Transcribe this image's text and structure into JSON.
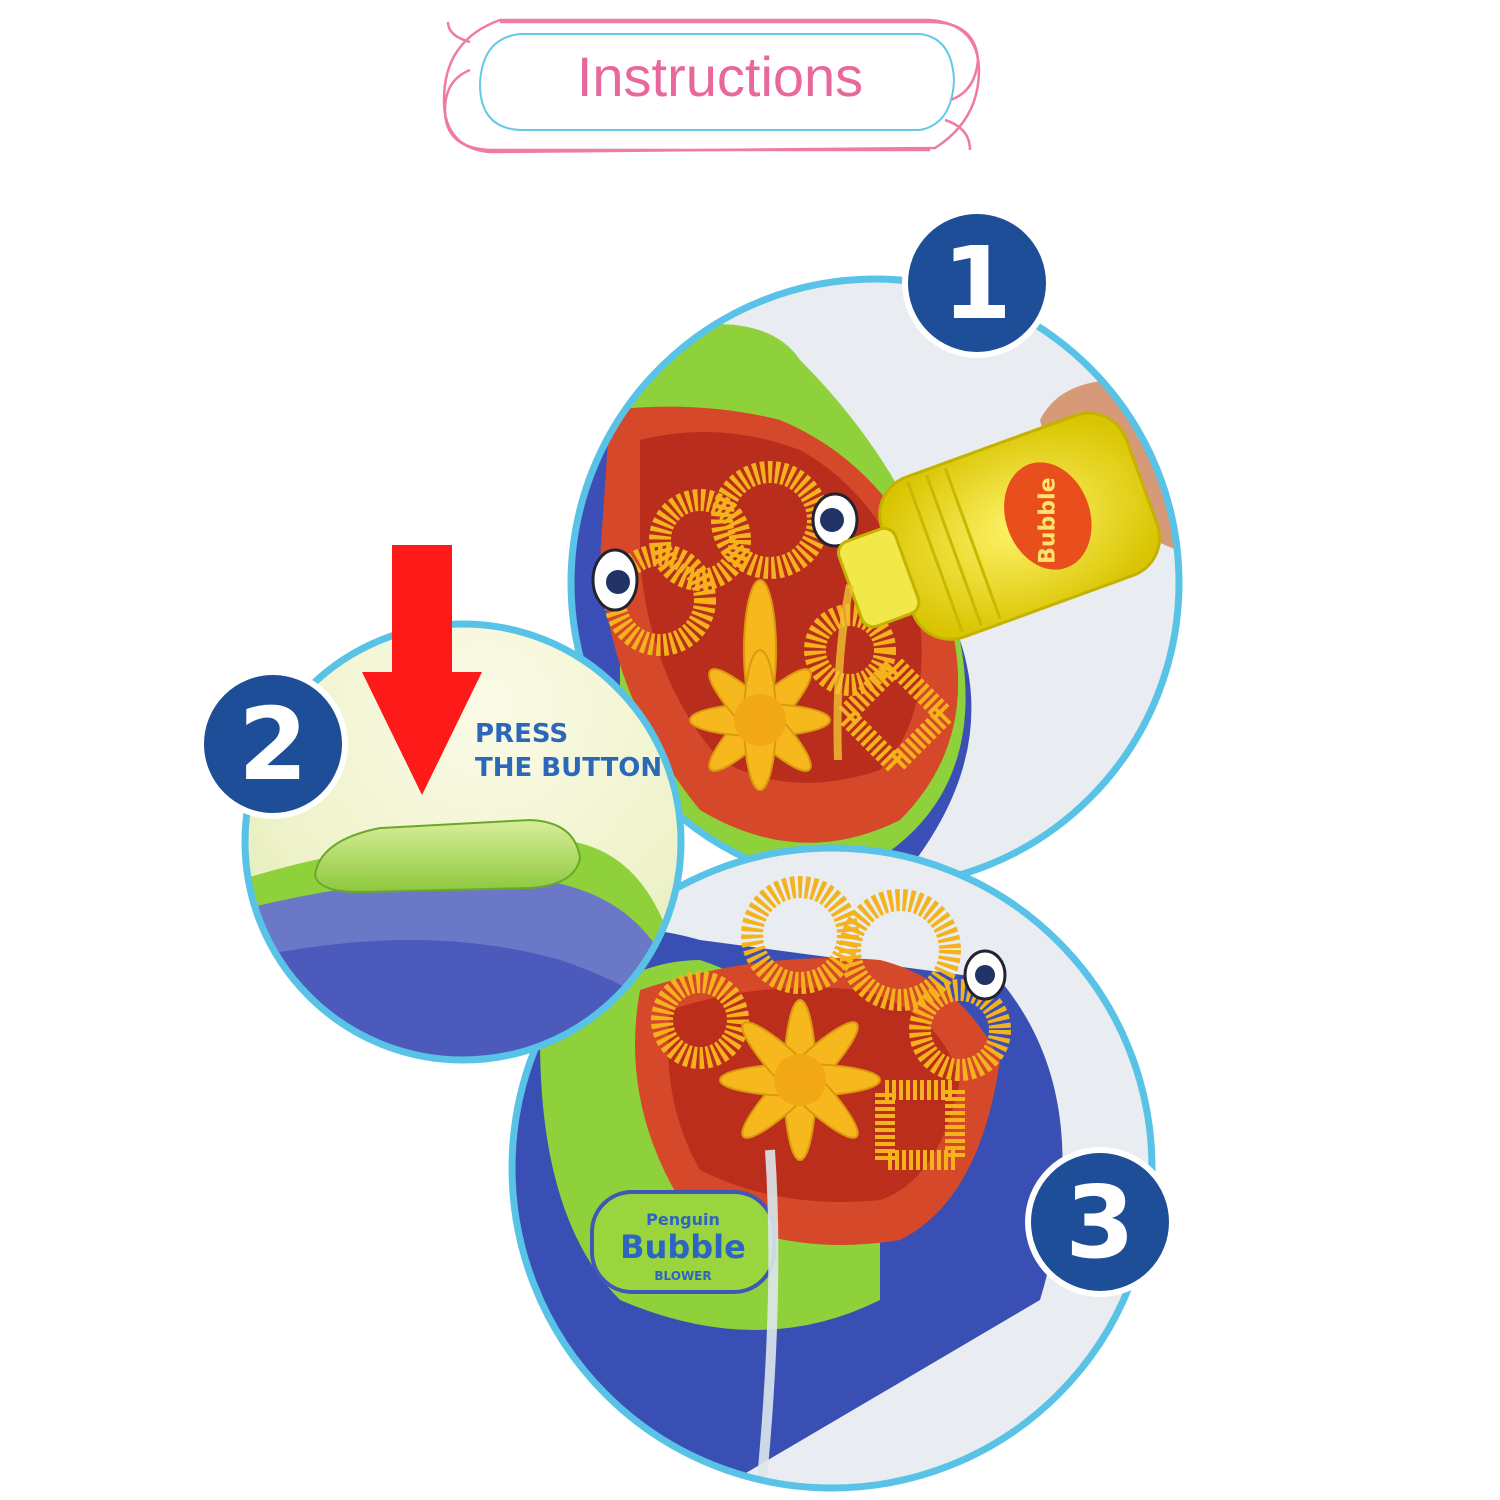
{
  "header": {
    "title": "Instructions"
  },
  "steps": [
    {
      "number": "1",
      "caption": ""
    },
    {
      "number": "2",
      "caption_line1": "PRESS",
      "caption_line2": "THE BUTTON"
    },
    {
      "number": "3",
      "caption": ""
    }
  ],
  "product_logo": {
    "line1": "Penguin",
    "line2": "Bubble",
    "line3": "BLOWER"
  },
  "bottle_label": {
    "text": "Bubble"
  },
  "colors": {
    "frame_pink": "#f07aa6",
    "frame_cyan": "#63c9e8",
    "title_pink": "#e8689c",
    "circle_ring": "#58c3e6",
    "badge_blue": "#1d4e97",
    "arrow_red": "#ff1a1a",
    "press_text_blue": "#2c68b8"
  },
  "icons": {
    "step2_arrow": "down-arrow-icon"
  }
}
